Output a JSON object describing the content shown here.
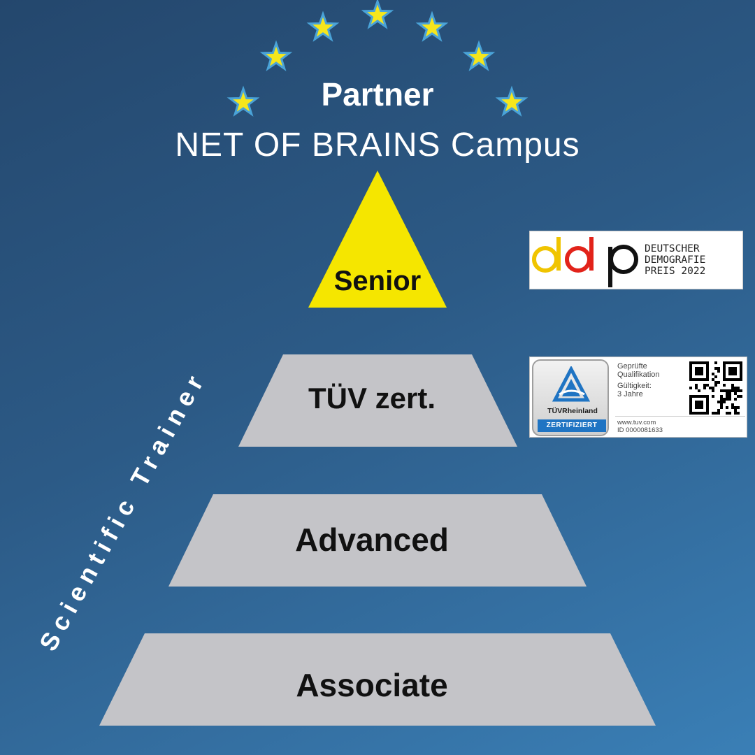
{
  "header": {
    "partner": "Partner",
    "campus": "NET OF BRAINS Campus"
  },
  "pyramid": {
    "levels": [
      {
        "label": "Senior",
        "color": "#f5e600"
      },
      {
        "label": "TÜV zert.",
        "color": "#c4c4c8"
      },
      {
        "label": "Advanced",
        "color": "#c4c4c8"
      },
      {
        "label": "Associate",
        "color": "#c4c4c8"
      }
    ],
    "side_label": "Scientific Trainer"
  },
  "badges": {
    "ddp": {
      "logo": "ddp",
      "lines": [
        "DEUTSCHER",
        "DEMOGRAFIE",
        "PREIS 2022"
      ]
    },
    "tuv": {
      "brand": "TÜVRheinland",
      "certified": "ZERTIFIZIERT",
      "info_1": "Geprüfte",
      "info_2": "Qualifikation",
      "info_3": "Gültigkeit:",
      "info_4": "3 Jahre",
      "url": "www.tuv.com",
      "id": "ID 0000081633",
      "icons": [
        "tuv-triangle-icon",
        "qr-code-icon"
      ]
    }
  },
  "colors": {
    "star": "#f5e61c",
    "star_outline": "#4aa3d8",
    "background_top": "#24476d",
    "background_bottom": "#3a7fb6"
  }
}
